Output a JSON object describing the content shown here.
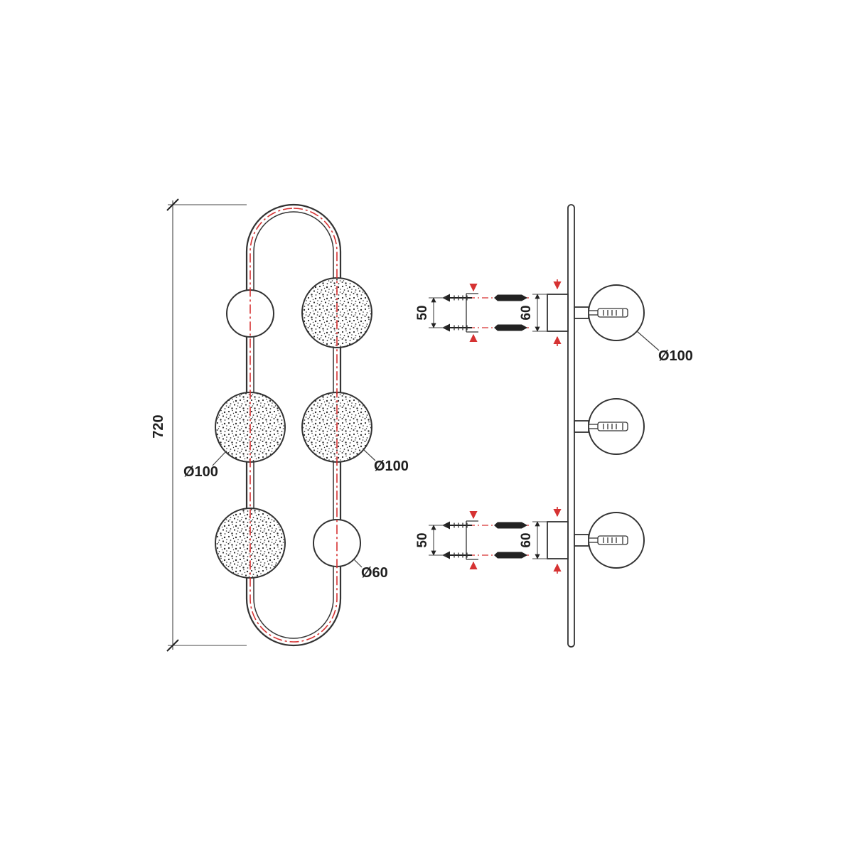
{
  "drawing": {
    "colors": {
      "line": "#333333",
      "accent_red": "#d63232"
    },
    "front_view": {
      "overall_height_mm": "720",
      "large_sphere_left_label": "Ø100",
      "large_sphere_right_label": "Ø100",
      "small_sphere_label": "Ø60"
    },
    "side_view": {
      "sphere_diameter_label": "Ø100",
      "top_mount": {
        "screw_spacing": "50",
        "box_height": "60"
      },
      "bottom_mount": {
        "screw_spacing": "50",
        "box_height": "60"
      }
    }
  }
}
